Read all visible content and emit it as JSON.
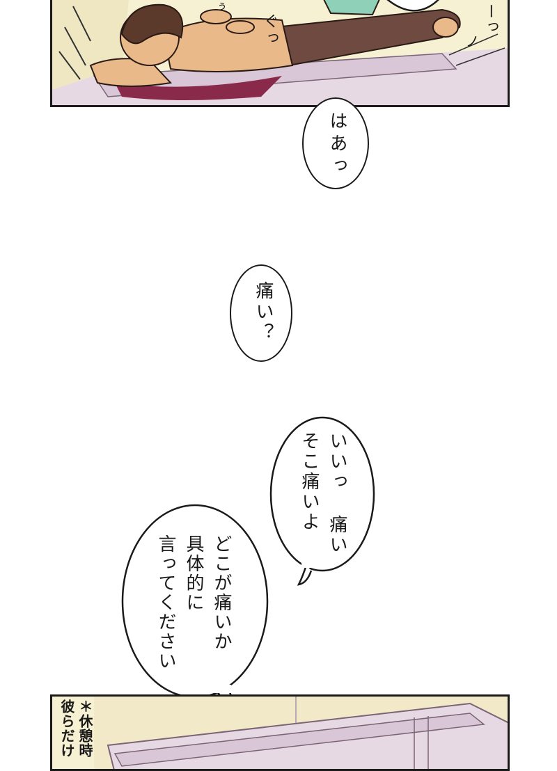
{
  "panel_top": {
    "sfx_top_right": "ーっ",
    "sfx_right_mark": "ノ",
    "sfx_gutsu": "ぐっ",
    "sfx_small": "ぅ"
  },
  "bubbles": {
    "haa": "はあっ",
    "itai": "痛い？",
    "iitsu": "いいっ 痛い\nそこ痛いよ",
    "doko": "どこが痛いか\n具体的に\n言ってください"
  },
  "panel_bottom": {
    "caption": "＊休憩時\n彼らだけ"
  },
  "colors": {
    "skin": "#e9b98a",
    "hair": "#5b3a2b",
    "pants": "#6e4a40",
    "towel": "#d9c6d6",
    "mat_shadow": "#8a2a4a",
    "scrubs": "#8fd1b8",
    "bg_panel": "#f6f1d3"
  }
}
